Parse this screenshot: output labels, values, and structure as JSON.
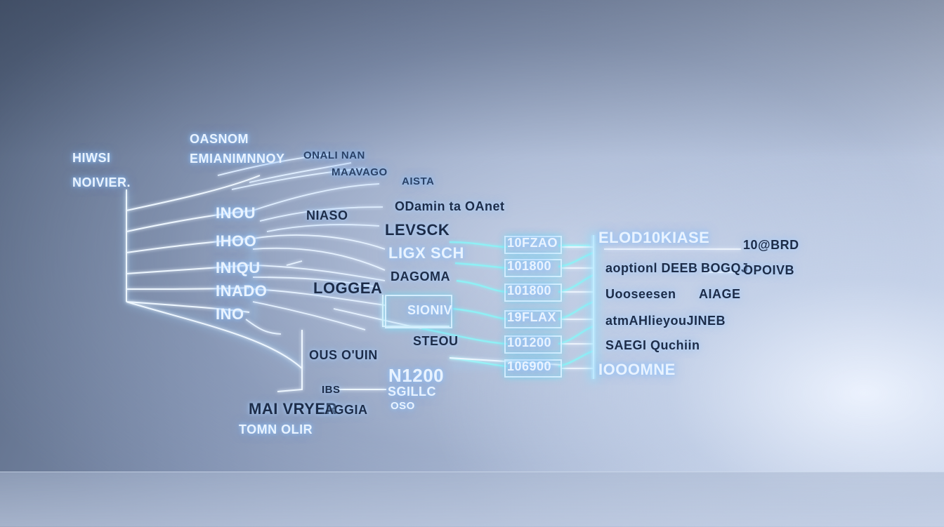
{
  "labels": {
    "top_left_1": "HIWSI",
    "top_left_2": "NOIVIER.",
    "top_mid_1": "OASNOM",
    "top_mid_2": "EMIANIMNNOY",
    "upper_1": "ONALI NAN",
    "upper_2": "MAAVAGO",
    "upper_3": "AISTA",
    "upper_4": "ODamin ta OAnet",
    "in_1": "INOU",
    "in_2": "IHOO",
    "in_3": "INIQU",
    "in_4": "INADO",
    "in_5": "INO",
    "mid_1": "NIASO",
    "mid_2": "LEVSCK",
    "mid_3": "LIGX SCH",
    "mid_4": "DAGOMA",
    "mid_5": "LOGGEA",
    "mid_6": "SIONIV",
    "mid_7": "STEOU",
    "bottom_1": "OUS O'UIN",
    "bottom_2": "N1200",
    "bottom_3": "SGILLC",
    "bottom_4": "MAI VRYER",
    "bottom_5": "AGGIA",
    "bottom_6": "TOMN OLIR",
    "bottom_7": "IBS",
    "bottom_8": "OSO",
    "col_1": "10FZAO",
    "col_2": "101800",
    "col_3": "101800",
    "col_4": "19FLAX",
    "col_5": "101200",
    "col_6": "106900",
    "right_1": "ELOD10KIASE",
    "right_2": "aoptionl DEEB",
    "right_3": "BOGQJ",
    "right_4": "Uooseesen",
    "right_5": "AIAGE",
    "right_6": "atmAHlieyouJINEB",
    "right_7": "SAEGI Quchiin",
    "right_8": "IOOOMNE",
    "far_1": "10@BRD",
    "far_2": "OPOIVB"
  },
  "colors": {
    "line": "#e8f4ff",
    "glow": "#7fc8ff",
    "cyan": "#8ff0f5",
    "dark_text": "#1d2c48"
  }
}
